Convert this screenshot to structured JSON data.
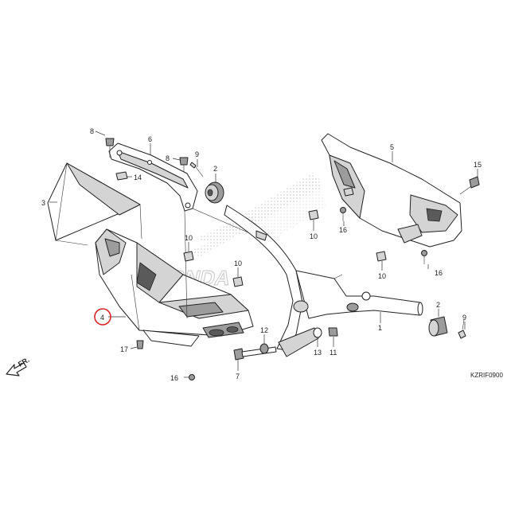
{
  "diagram": {
    "code": "KZRIF0900",
    "direction_label": "FR.",
    "watermark_text": "HONDA",
    "highlight_color": "#d9242b",
    "callouts": [
      "1",
      "2",
      "2",
      "3",
      "4",
      "5",
      "6",
      "7",
      "8",
      "8",
      "9",
      "9",
      "10",
      "10",
      "10",
      "10",
      "11",
      "12",
      "13",
      "14",
      "15",
      "16",
      "16",
      "16",
      "17"
    ]
  }
}
